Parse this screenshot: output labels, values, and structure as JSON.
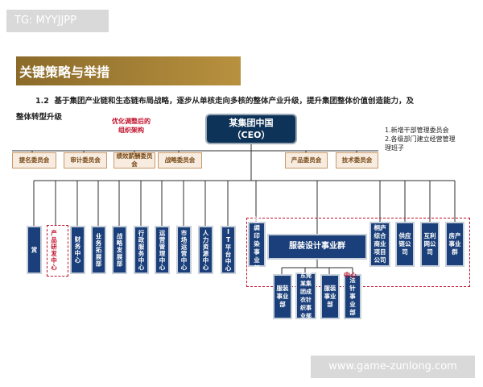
{
  "watermark_top": "TG: MYYJJPP",
  "section_title": "关键策略与举措",
  "intro_num": "1.2",
  "intro_line1": "基于集团产业链和生态链布局战略，逐步从单核走向多核的整体产业升级，提升集团整体价值创造能力，及",
  "intro_line2": "整体转型升级",
  "ceo_line1": "某集团中国",
  "ceo_line2": "（CEO）",
  "red_label_line1": "优化调整后的",
  "red_label_line2": "组织架构",
  "notes": [
    "1.新增干部管理委员会",
    "2.各级部门建立经营管理",
    "理班子"
  ],
  "committees": [
    "提名委员会",
    "审计委员会",
    "绩效薪酬委员会",
    "战略委员会",
    "产品委员会",
    "技术委员会"
  ],
  "departments": [
    "赏",
    "产品研发中心",
    "财务中心",
    "业务拓展部",
    "战略发展部",
    "行政服务中心",
    "运营管理中心",
    "市场运营中心",
    "人力资源中心",
    "IT平台中心"
  ],
  "business_group": {
    "left_unit": "丝绸印染事业部",
    "center": "服装设计事业群",
    "right_units": [
      "桐庐综合商业项目公司",
      "供应链公司",
      "互利网公司",
      "房产事业群"
    ]
  },
  "sub_units": [
    "服装事业部",
    "东莞某集团成衣针织事业部",
    "服装事业部",
    "法针事业部"
  ],
  "red_overlay_text": "中心",
  "watermark_bottom": "www.game-zunlong.com"
}
